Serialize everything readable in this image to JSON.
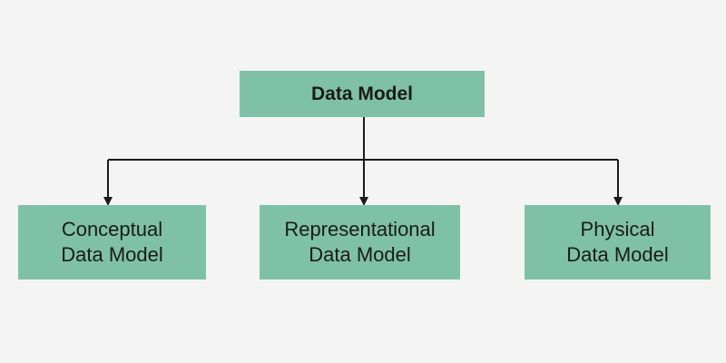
{
  "diagram": {
    "root": {
      "label": "Data Model"
    },
    "children": [
      {
        "line1": "Conceptual",
        "line2": "Data Model"
      },
      {
        "line1": "Representational",
        "line2": "Data Model"
      },
      {
        "line1": "Physical",
        "line2": "Data Model"
      }
    ]
  },
  "colors": {
    "box_fill": "#7fc1a8",
    "connector": "#1a1a1a",
    "background": "#f4f4f4"
  }
}
